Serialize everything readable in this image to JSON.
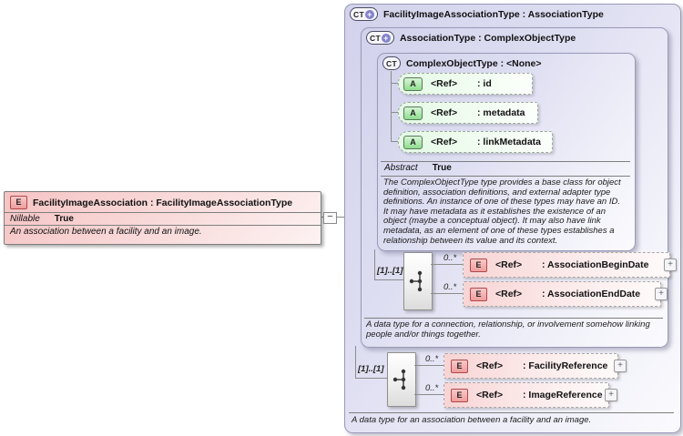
{
  "glyphs": {
    "plus": "+",
    "minus": "−"
  },
  "element_box": {
    "icon": "E",
    "title": "FacilityImageAssociation : FacilityImageAssociationType",
    "nillable_label": "Nillable",
    "nillable_value": "True",
    "description": "An association between a facility and an image."
  },
  "outer_box": {
    "icon": "CT",
    "title": "FacilityImageAssociationType : AssociationType",
    "description": "A data type for an association between a facility and an image."
  },
  "association_box": {
    "icon": "CT",
    "title": "AssociationType : ComplexObjectType",
    "description": "A data type for a connection, relationship, or involvement somehow linking people and/or things together."
  },
  "complex_object_box": {
    "icon": "CT",
    "title": "ComplexObjectType : <None>",
    "abstract_label": "Abstract",
    "abstract_value": "True",
    "description": "The ComplexObjectType type provides a base class for object definition, association definitions, and external adapter type definitions. An instance of one of these types may have an ID. It may have metadata as it establishes the existence of an object (maybe a conceptual object). It may also have link metadata, as an element of one of these types establishes a relationship between its value and its context.",
    "attributes": [
      {
        "icon": "A",
        "ref": "<Ref>",
        "name": ": id"
      },
      {
        "icon": "A",
        "ref": "<Ref>",
        "name": ": metadata"
      },
      {
        "icon": "A",
        "ref": "<Ref>",
        "name": ": linkMetadata"
      }
    ]
  },
  "sequence1": {
    "cardinality": "[1]..[1]",
    "elements": [
      {
        "icon": "E",
        "ref": "<Ref>",
        "name": ": AssociationBeginDate",
        "occurs": "0..*"
      },
      {
        "icon": "E",
        "ref": "<Ref>",
        "name": ": AssociationEndDate",
        "occurs": "0..*"
      }
    ]
  },
  "sequence2": {
    "cardinality": "[1]..[1]",
    "elements": [
      {
        "icon": "E",
        "ref": "<Ref>",
        "name": ": FacilityReference",
        "occurs": "0..*"
      },
      {
        "icon": "E",
        "ref": "<Ref>",
        "name": ": ImageReference",
        "occurs": "0..*"
      }
    ]
  }
}
